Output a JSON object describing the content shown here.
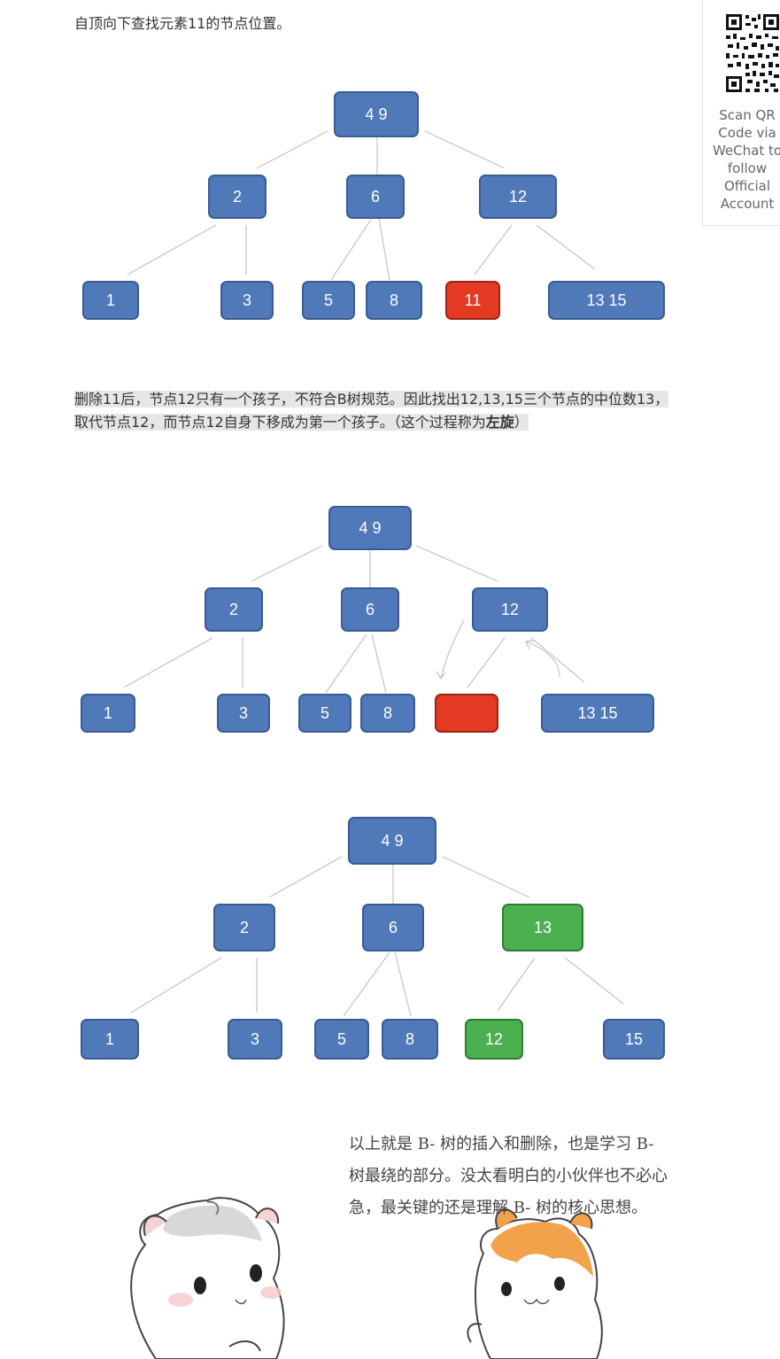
{
  "intro": "自顶向下查找元素11的节点位置。",
  "explain": {
    "text": "删除11后，节点12只有一个孩子，不符合B树规范。因此找出12,13,15三个节点的中位数13，取代节点12，而节点12自身下移成为第一个孩子。（这个过程称为",
    "bold": "左旋",
    "end": "）"
  },
  "sidebar": {
    "qr_caption": "Scan QR Code via WeChat to follow Official Account"
  },
  "colors": {
    "blue": "#4f79b8",
    "red": "#e53a22",
    "green": "#4caf50"
  },
  "figure1": {
    "nodes": [
      {
        "label": "4 9",
        "color": "blue"
      },
      {
        "label": "2",
        "color": "blue"
      },
      {
        "label": "6",
        "color": "blue"
      },
      {
        "label": "12",
        "color": "blue"
      },
      {
        "label": "1",
        "color": "blue"
      },
      {
        "label": "3",
        "color": "blue"
      },
      {
        "label": "5",
        "color": "blue"
      },
      {
        "label": "8",
        "color": "blue"
      },
      {
        "label": "11",
        "color": "red"
      },
      {
        "label": "13 15",
        "color": "blue"
      }
    ]
  },
  "figure2": {
    "nodes": [
      {
        "label": "4 9",
        "color": "blue"
      },
      {
        "label": "2",
        "color": "blue"
      },
      {
        "label": "6",
        "color": "blue"
      },
      {
        "label": "12",
        "color": "blue"
      },
      {
        "label": "1",
        "color": "blue"
      },
      {
        "label": "3",
        "color": "blue"
      },
      {
        "label": "5",
        "color": "blue"
      },
      {
        "label": "8",
        "color": "blue"
      },
      {
        "label": "",
        "color": "red"
      },
      {
        "label": "13 15",
        "color": "blue"
      }
    ]
  },
  "figure3": {
    "nodes": [
      {
        "label": "4 9",
        "color": "blue"
      },
      {
        "label": "2",
        "color": "blue"
      },
      {
        "label": "6",
        "color": "blue"
      },
      {
        "label": "13",
        "color": "green"
      },
      {
        "label": "1",
        "color": "blue"
      },
      {
        "label": "3",
        "color": "blue"
      },
      {
        "label": "5",
        "color": "blue"
      },
      {
        "label": "8",
        "color": "blue"
      },
      {
        "label": "12",
        "color": "green"
      },
      {
        "label": "15",
        "color": "blue"
      }
    ]
  },
  "illustration": {
    "text": "以上就是 B- 树的插入和删除，也是学习 B- 树最绕的部分。没太看明白的小伙伴也不必心急，最关键的还是理解 B- 树的核心思想。"
  }
}
